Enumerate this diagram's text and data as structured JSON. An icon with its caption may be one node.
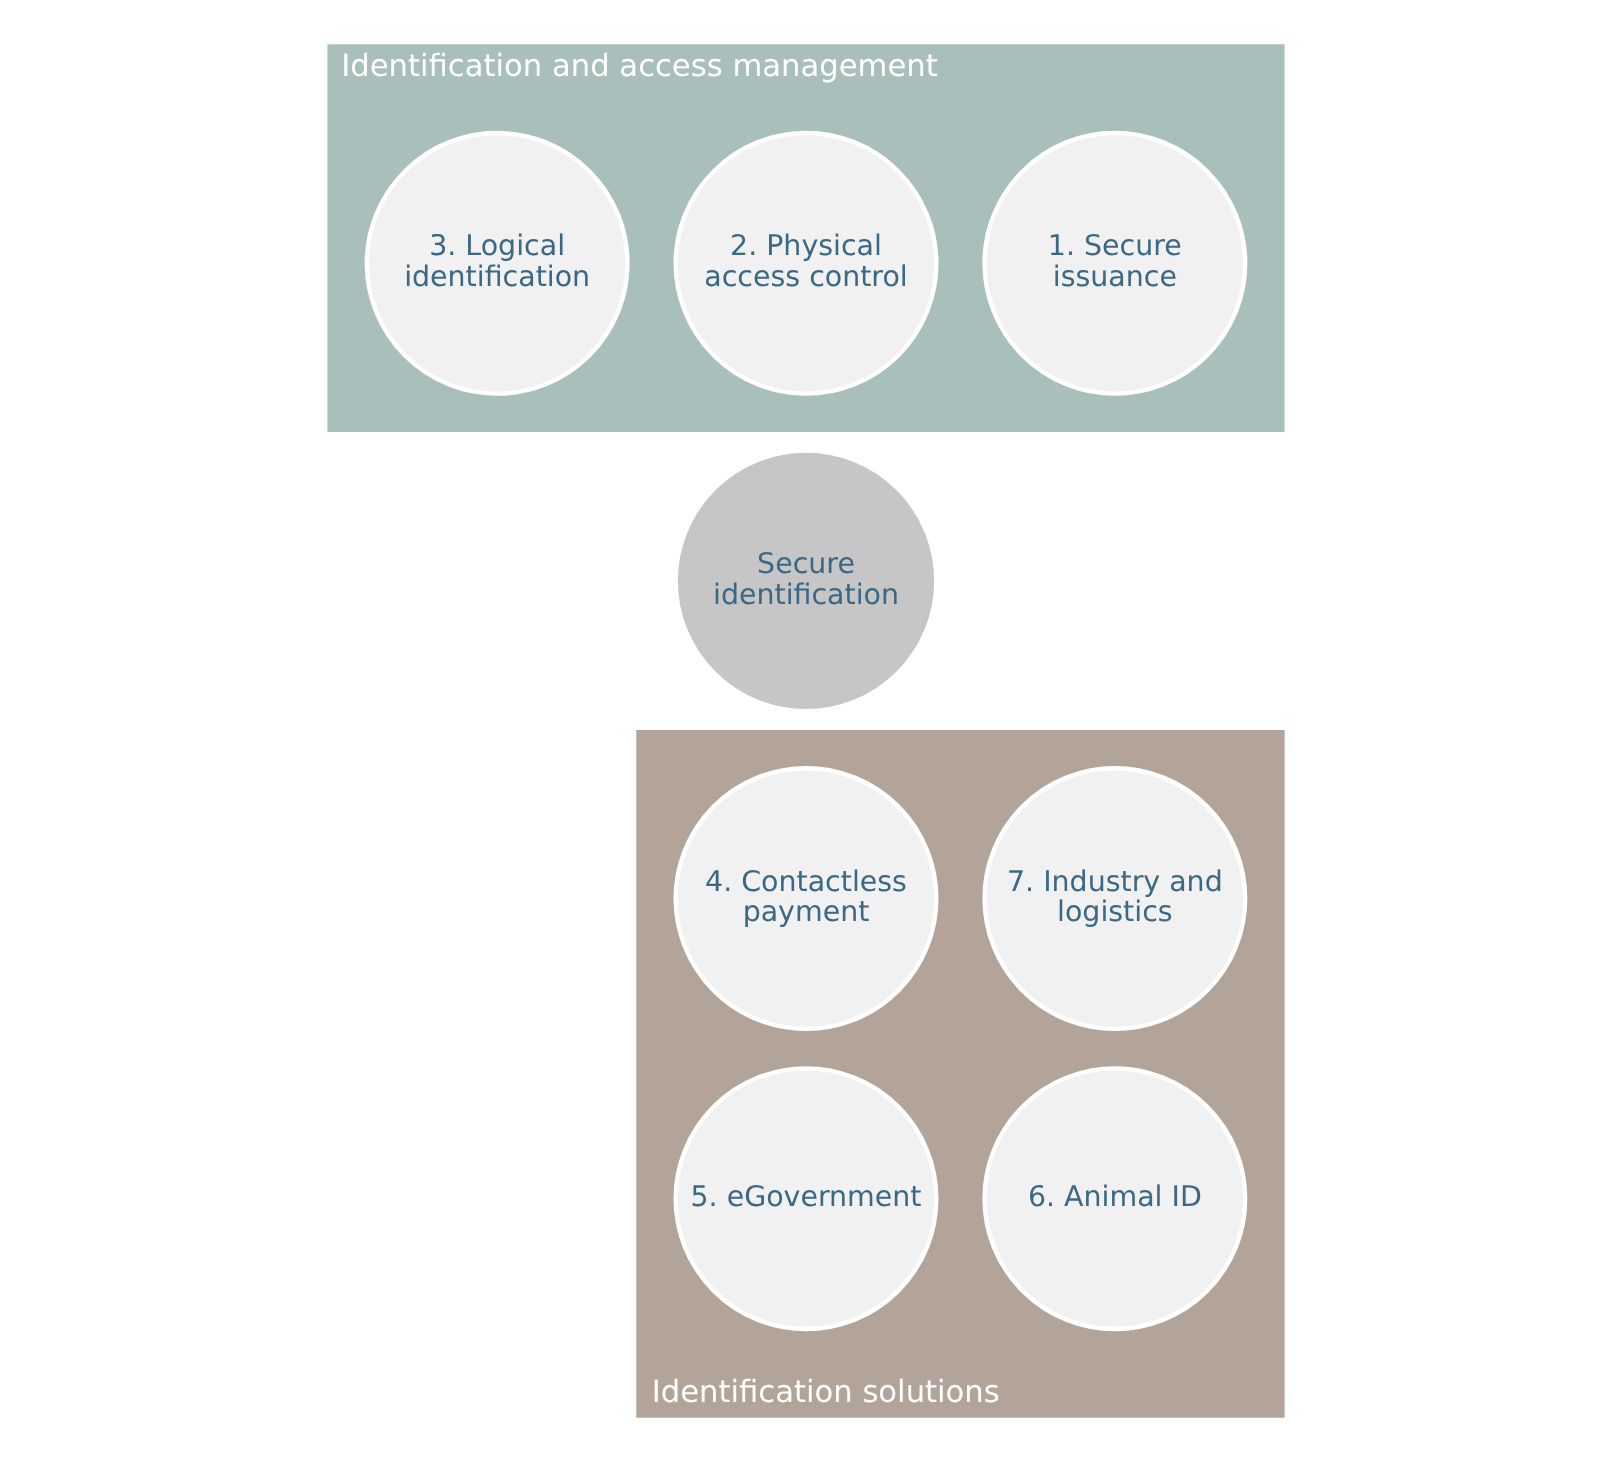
{
  "diagram": {
    "nodes": [
      {
        "text": [
          "Identification and access management"
        ]
      },
      {
        "text": [
          "1. Secure issuance"
        ],
        "in": 0
      },
      {
        "text": [
          "2. Physical access control"
        ],
        "in": 0
      },
      {
        "text": [
          "3. Logical identification"
        ],
        "in": 0
      },
      {
        "text": [
          "Identification solutions"
        ]
      },
      {
        "text": [
          "Secure identification"
        ]
      },
      {
        "text": [
          "7. Industry and logistics"
        ],
        "in": 4
      },
      {
        "text": [
          "4. Contactless payment"
        ],
        "in": 4
      },
      {
        "text": [
          "6. Animal ID"
        ],
        "in": 4
      },
      {
        "text": [
          "5. eGovernment"
        ],
        "in": 4
      }
    ]
  }
}
